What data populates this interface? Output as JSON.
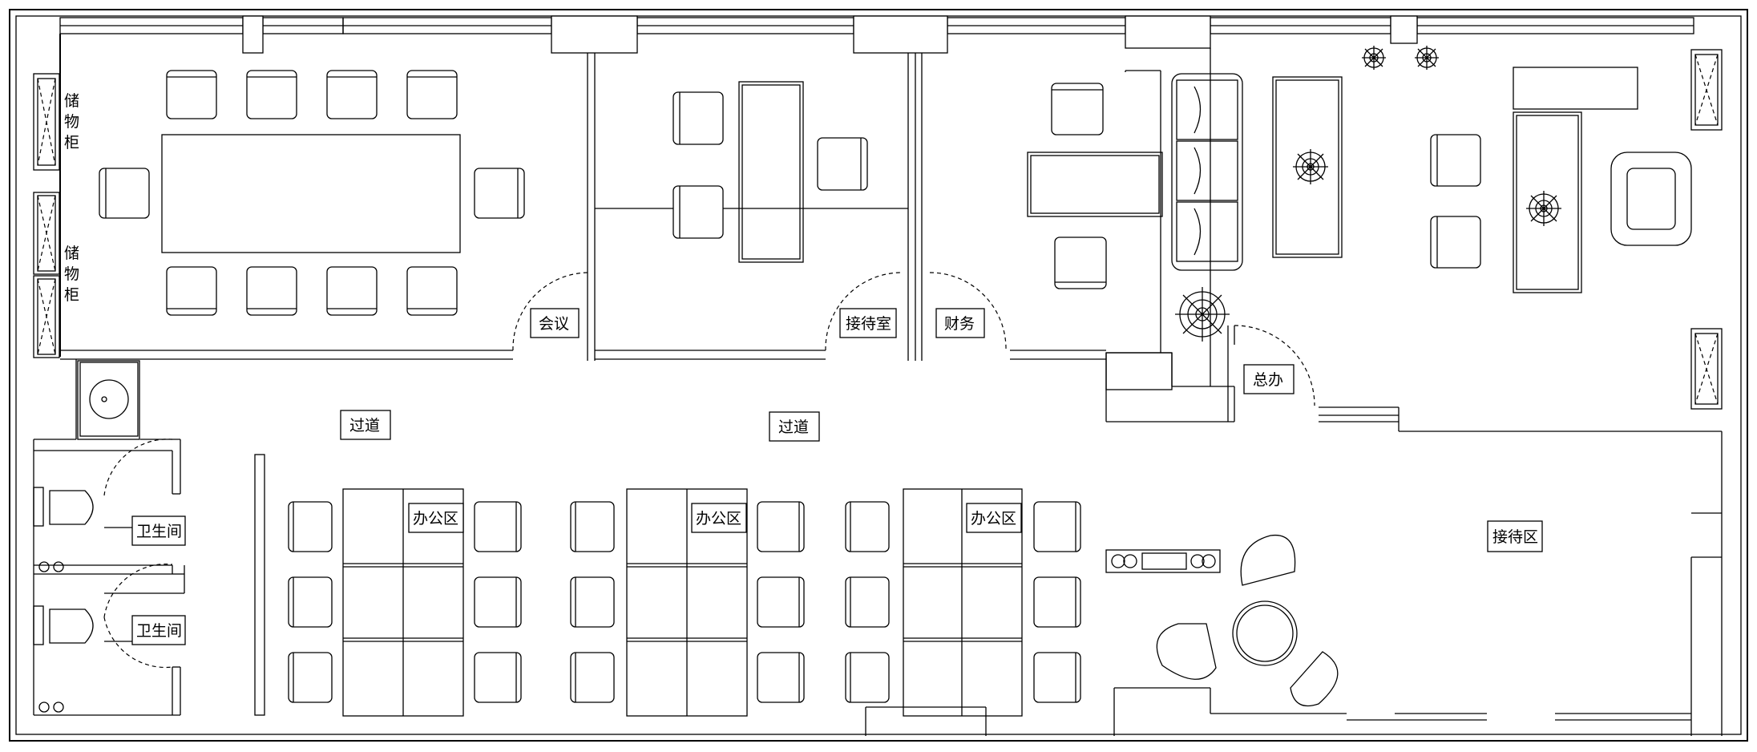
{
  "rooms": {
    "meeting": "会议",
    "reception_room": "接待室",
    "finance": "财务",
    "general_office": "总办",
    "corridor_left": "过道",
    "corridor_center": "过道",
    "office_area_1": "办公区",
    "office_area_2": "办公区",
    "office_area_3": "办公区",
    "reception_area": "接待区",
    "restroom_top": "卫生间",
    "restroom_bottom": "卫生间"
  },
  "cabinets": {
    "top": [
      "储",
      "物",
      "柜"
    ],
    "bottom": [
      "储",
      "物",
      "柜"
    ]
  },
  "colors": {
    "line": "#000000",
    "background": "#ffffff"
  }
}
